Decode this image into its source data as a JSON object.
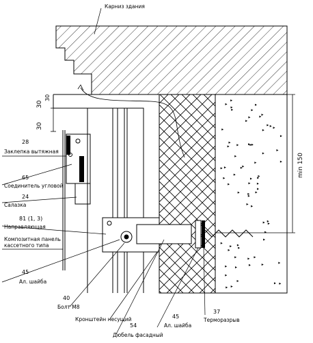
{
  "title": "Карниз здания",
  "dimensions": {
    "d30_top": "30",
    "d30_bottom": "30",
    "top_tick": "30",
    "min150": "min 150"
  },
  "callouts": [
    {
      "num": "28",
      "text": "Заклепка вытяжная"
    },
    {
      "num": "65",
      "text": "Соединитель угловой"
    },
    {
      "num": "24",
      "text": "Салазка"
    },
    {
      "num": "81 (1, 3)",
      "text": "Направляющая"
    },
    {
      "num": "",
      "text": "Композитная панель кассетного типа"
    },
    {
      "num": "45",
      "text": "Ал. шайба"
    },
    {
      "num": "40",
      "text": "Болт М8"
    },
    {
      "num": "",
      "text": "Кронштейн несущий"
    },
    {
      "num": "54",
      "text": "Дюбель фасадный"
    },
    {
      "num": "45",
      "text": "Ал. шайба"
    },
    {
      "num": "37",
      "text": "Терморазрыв"
    }
  ],
  "composite_line1": "Композитная панель",
  "composite_line2": "кассетного типа"
}
